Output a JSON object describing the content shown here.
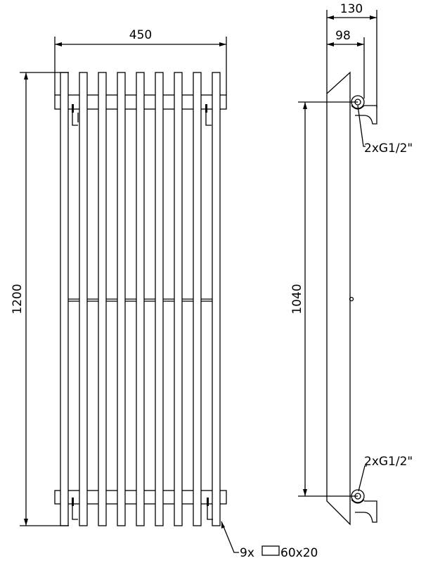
{
  "front_view": {
    "width_dim": "450",
    "height_dim": "1200",
    "tube_count_label": "9x",
    "tube_size_label": "60x20",
    "tube_count": 9
  },
  "side_view": {
    "depth_total_dim": "130",
    "depth_wall_dim": "98",
    "connection_spacing_dim": "1040",
    "connection_label_top": "2xG1/2\"",
    "connection_label_bottom": "2xG1/2\""
  }
}
